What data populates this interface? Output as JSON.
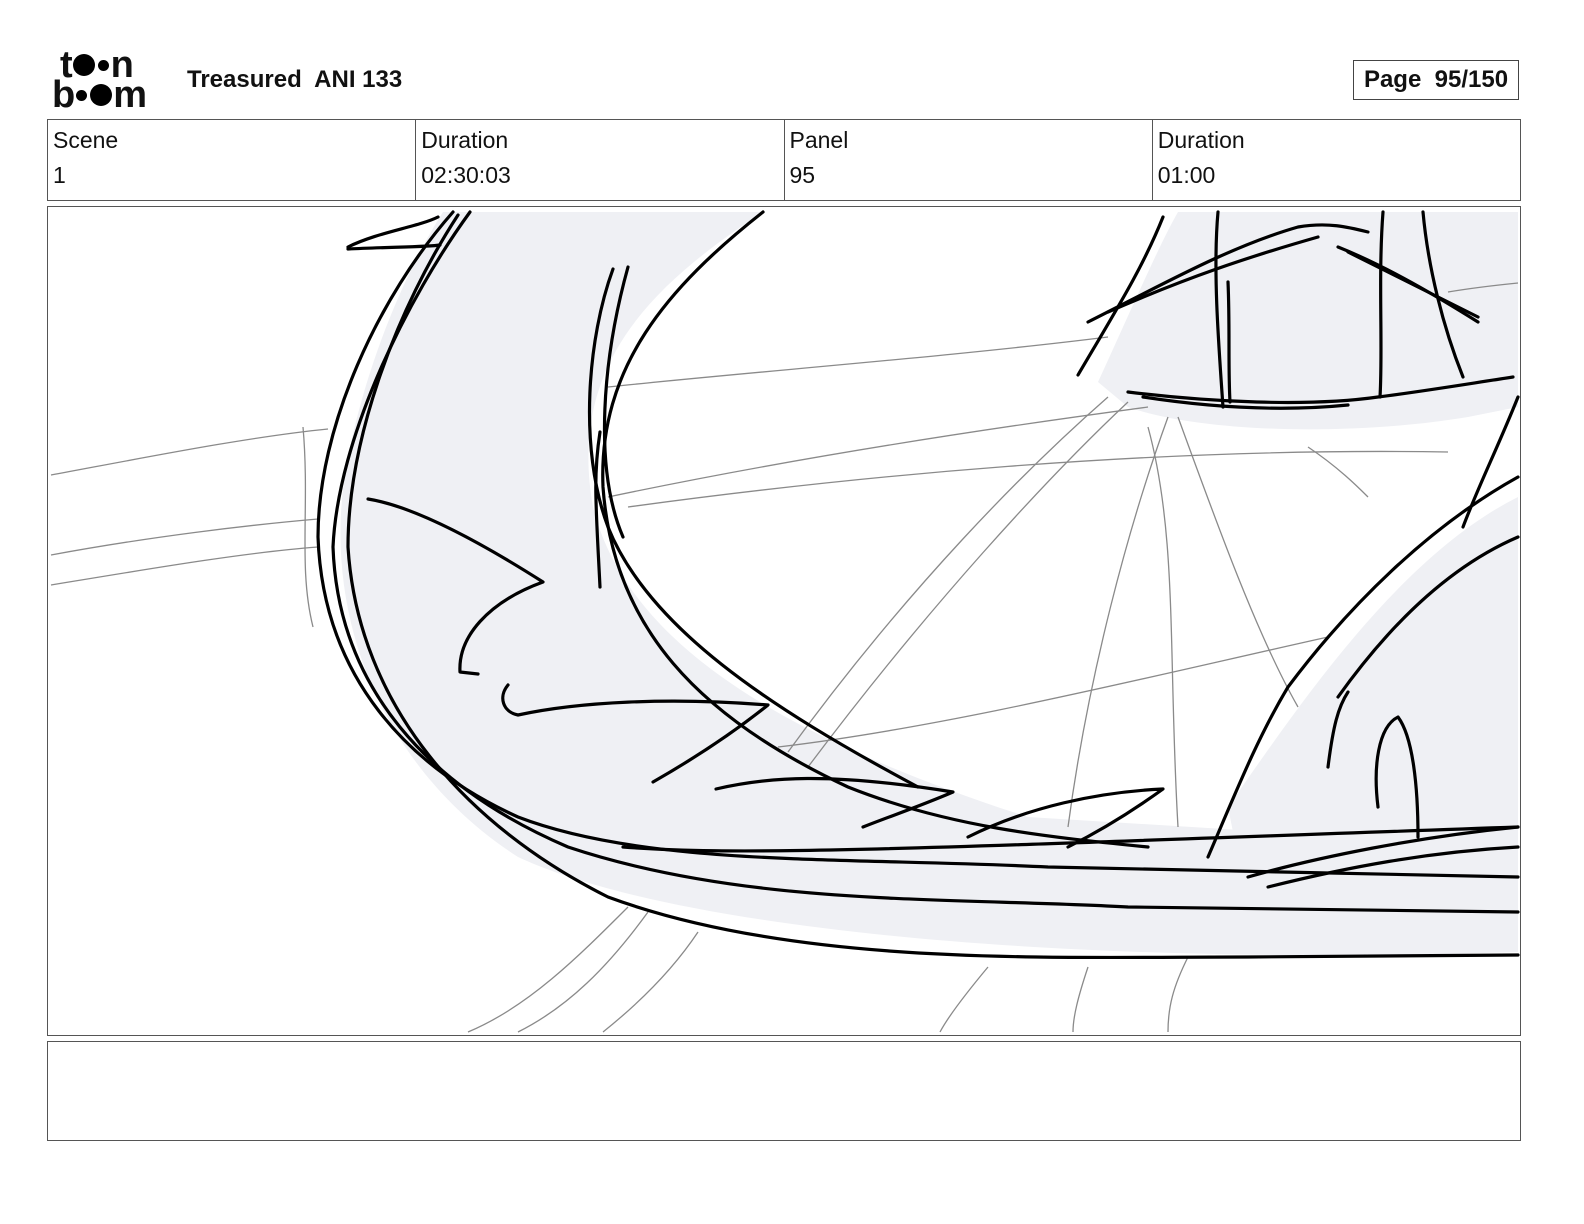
{
  "header": {
    "logo_text": "toonboom",
    "project_title": "Treasured  ANI 133",
    "page_label": "Page  95/150"
  },
  "info": {
    "scene_label": "Scene",
    "scene_value": "1",
    "scene_duration_label": "Duration",
    "scene_duration_value": "02:30:03",
    "panel_label": "Panel",
    "panel_value": "95",
    "panel_duration_label": "Duration",
    "panel_duration_value": "01:00"
  },
  "notes": {
    "text": ""
  }
}
